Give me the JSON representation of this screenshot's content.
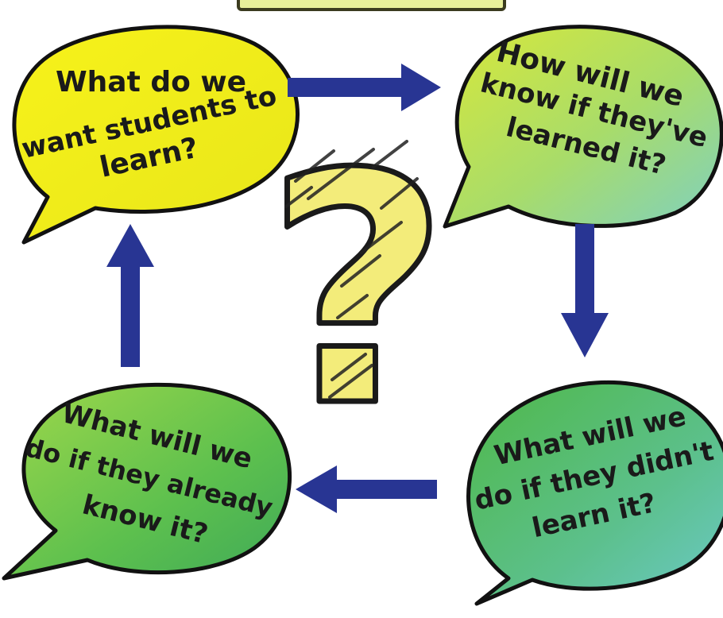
{
  "bubbles": {
    "top_left": {
      "lines": [
        "What do we",
        "want students to",
        "learn?"
      ]
    },
    "top_right": {
      "lines": [
        "How will we",
        "know if they've",
        "learned it?"
      ]
    },
    "bottom_right": {
      "lines": [
        "What will we",
        "do if they didn't",
        "learn it?"
      ]
    },
    "bottom_left": {
      "lines": [
        "What will we",
        "do if they already",
        "know it?"
      ]
    }
  },
  "center_symbol": "?",
  "colors": {
    "yellow": "#f2f016",
    "yellow_green": "#cde64a",
    "green": "#7cc84a",
    "teal": "#5fc7b0",
    "arrow": "#283593",
    "question_fill": "#f3ec7a"
  }
}
